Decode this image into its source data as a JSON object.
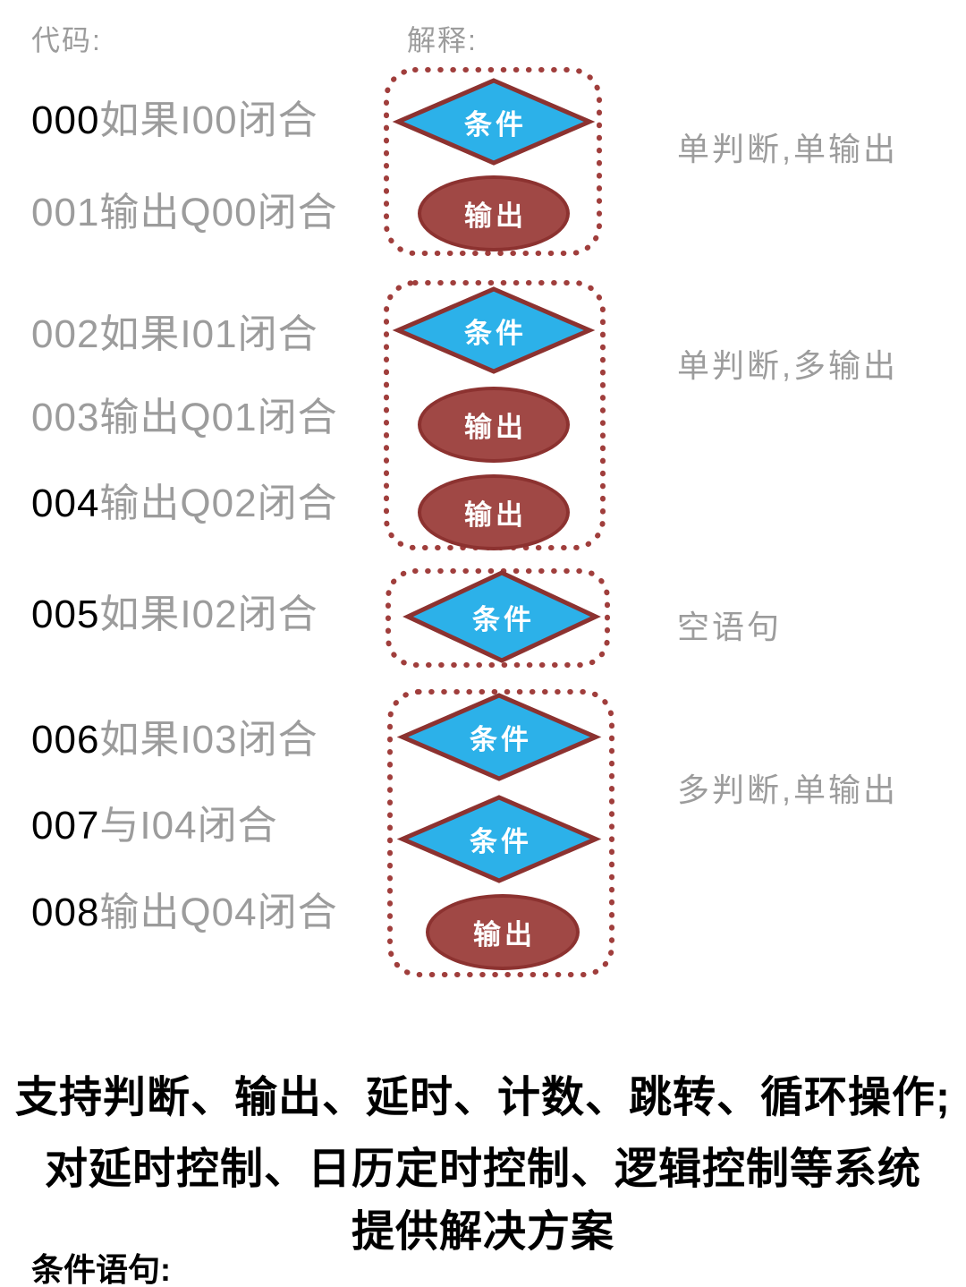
{
  "header": {
    "code": "代码:",
    "explain": "解释:"
  },
  "code_lines": [
    {
      "num": "000",
      "text": "如果I00闭合",
      "num_color": "black"
    },
    {
      "num": "001",
      "text": "输出Q00闭合",
      "num_color": "gray"
    },
    {
      "num": "002",
      "text": "如果I01闭合",
      "num_color": "gray"
    },
    {
      "num": "003",
      "text": "输出Q01闭合",
      "num_color": "gray"
    },
    {
      "num": "004",
      "text": "输出Q02闭合",
      "num_color": "black"
    },
    {
      "num": "005",
      "text": "如果I02闭合",
      "num_color": "black"
    },
    {
      "num": "006",
      "text": "如果I03闭合",
      "num_color": "black"
    },
    {
      "num": "007",
      "text": "与I04闭合",
      "num_color": "black"
    },
    {
      "num": "008",
      "text": "输出Q04闭合",
      "num_color": "black"
    }
  ],
  "shapes": {
    "condition": "条件",
    "output": "输出"
  },
  "groups": [
    {
      "annotation": "单判断,单输出",
      "structure": [
        "condition",
        "output"
      ]
    },
    {
      "annotation": "单判断,多输出",
      "structure": [
        "condition",
        "output",
        "output"
      ]
    },
    {
      "annotation": "空语句",
      "structure": [
        "condition"
      ]
    },
    {
      "annotation": "多判断,单输出",
      "structure": [
        "condition",
        "condition",
        "output"
      ]
    }
  ],
  "footer": {
    "line1": "支持判断、输出、延时、计数、跳转、循环操作;",
    "line2": "对延时控制、日历定时控制、逻辑控制等系统",
    "line3": "提供解决方案",
    "section_header": "条件语句:"
  },
  "colors": {
    "blue": "#2CB1E9",
    "maroon": "#A04845",
    "maroon-dark": "#8C3230",
    "dash": "#A03E3C",
    "gray-text": "#9C9C9C",
    "black-text": "#000000"
  }
}
